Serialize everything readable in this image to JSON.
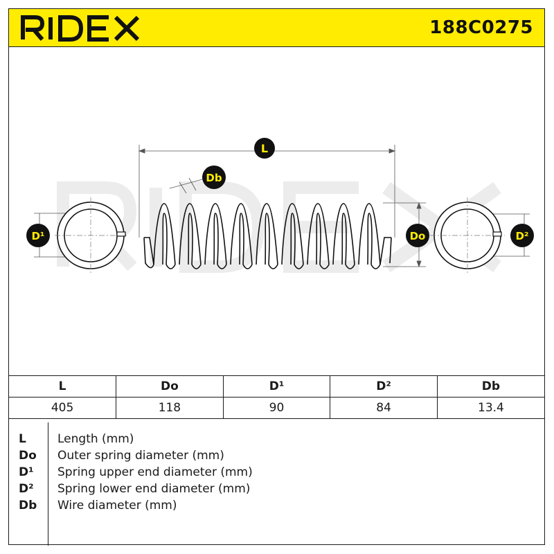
{
  "header": {
    "brand": "RIDEX",
    "part_number": "188C0275",
    "accent_color": "#ffec00"
  },
  "diagram": {
    "watermark": "RIDEX",
    "labels": {
      "length": "L",
      "wire": "Db",
      "outer": "Do",
      "upper_end": "D¹",
      "lower_end": "D²"
    }
  },
  "spec_table": {
    "headers": [
      "L",
      "Do",
      "D¹",
      "D²",
      "Db"
    ],
    "values": [
      "405",
      "118",
      "90",
      "84",
      "13.4"
    ]
  },
  "legend": [
    {
      "key": "L",
      "desc": "Length (mm)"
    },
    {
      "key": "Do",
      "desc": "Outer spring diameter (mm)"
    },
    {
      "key": "D¹",
      "desc": "Spring upper end diameter (mm)"
    },
    {
      "key": "D²",
      "desc": "Spring lower end diameter (mm)"
    },
    {
      "key": "Db",
      "desc": "Wire diameter (mm)"
    }
  ]
}
